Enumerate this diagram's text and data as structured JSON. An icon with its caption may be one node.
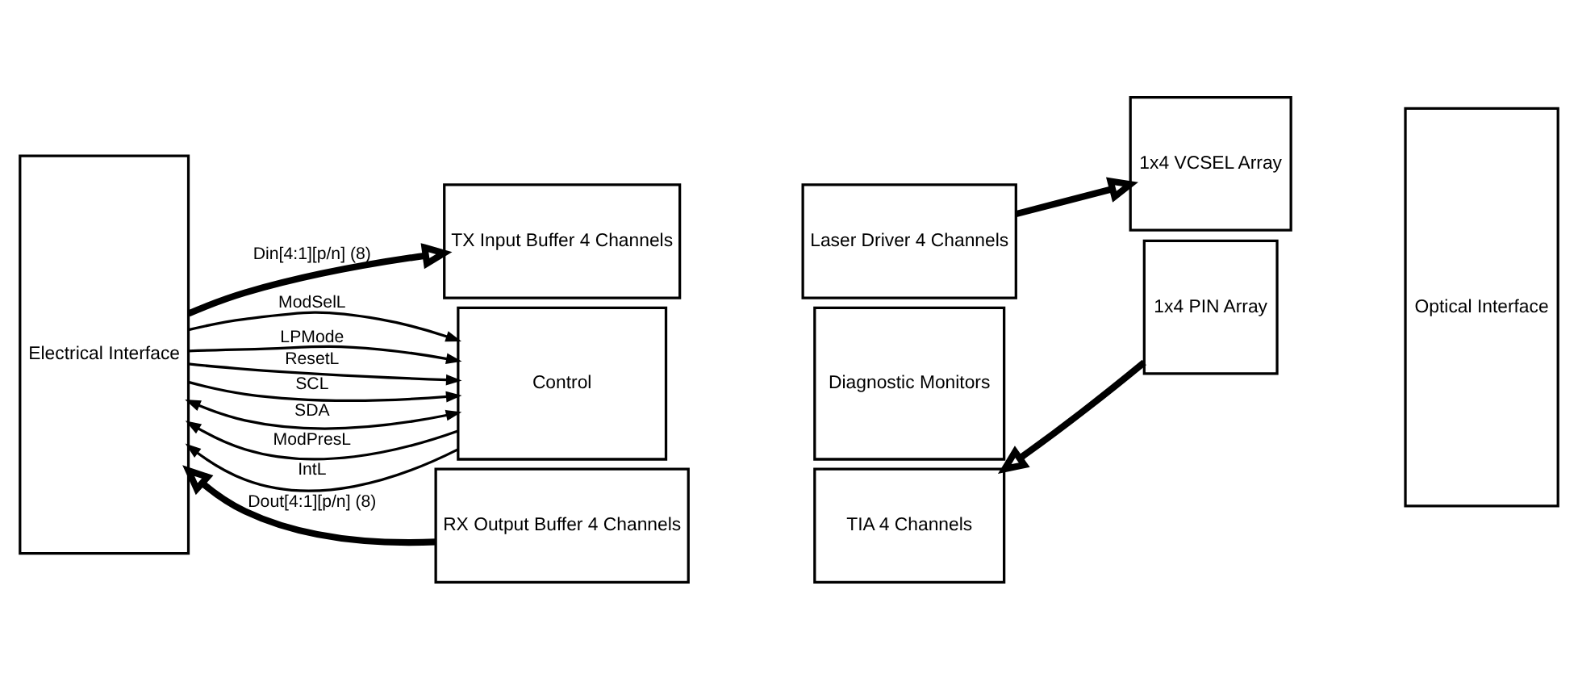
{
  "diagram": {
    "nodes": [
      {
        "text": [
          "Electrical Interface"
        ]
      },
      {
        "text": [
          "TX Input Buffer 4 Channels"
        ]
      },
      {
        "text": [
          "Laser Driver 4 Channels"
        ]
      },
      {
        "text": [
          "Control"
        ]
      },
      {
        "text": [
          "Diagnostic Monitors"
        ]
      },
      {
        "text": [
          "RX Output Buffer 4 Channels"
        ]
      },
      {
        "text": [
          "TIA 4 Channels"
        ]
      },
      {
        "text": [
          "1x4 VCSEL Array"
        ]
      },
      {
        "text": [
          "1x4 PIN Array"
        ]
      },
      {
        "text": [
          "Optical Interface"
        ]
      }
    ],
    "edges": [
      {
        "from": 0,
        "to": 1,
        "arrow": "to",
        "label": "Din[4:1][p/n] (8)",
        "style": "thick"
      },
      {
        "from": 0,
        "to": 3,
        "arrow": "to",
        "label": "SCL"
      },
      {
        "from": 0,
        "to": 3,
        "arrow": "both",
        "label": "SDA"
      },
      {
        "from": 0,
        "to": 3,
        "arrow": "to",
        "label": "ModSelL"
      },
      {
        "from": 0,
        "to": 3,
        "arrow": "to",
        "label": "LPMode"
      },
      {
        "from": 3,
        "to": 0,
        "arrow": "to",
        "label": "ModPresL"
      },
      {
        "from": 0,
        "to": 3,
        "arrow": "to",
        "label": "ResetL"
      },
      {
        "from": 3,
        "to": 0,
        "arrow": "to",
        "label": "IntL"
      },
      {
        "from": 5,
        "to": 0,
        "arrow": "to",
        "label": "Dout[4:1][p/n] (8)",
        "style": "thick"
      },
      {
        "from": 2,
        "to": 7,
        "arrow": "to",
        "style": "thick"
      },
      {
        "from": 8,
        "to": 6,
        "arrow": "to",
        "style": "thick"
      }
    ]
  }
}
